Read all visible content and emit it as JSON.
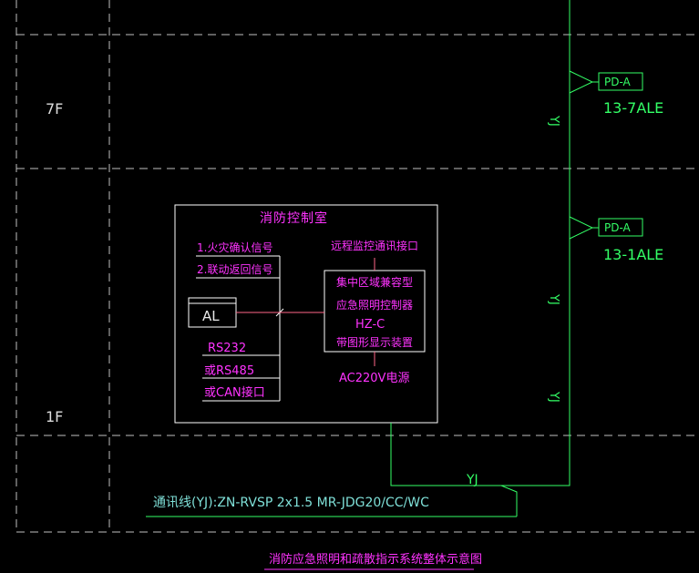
{
  "floors": {
    "upper": "7F",
    "lower": "1F"
  },
  "control_room": {
    "title": "消防控制室",
    "signal_1": "1.火灾确认信号",
    "signal_2": "2.联动返回信号",
    "al": "AL",
    "iface_1": "RS232",
    "iface_2": "或RS485",
    "iface_3": "或CAN接口",
    "remote_port": "远程监控通讯接口",
    "controller_line1": "集中区域兼容型",
    "controller_line2": "应急照明控制器",
    "controller_line3": "HZ-C",
    "controller_line4": "带图形显示装置",
    "power": "AC220V电源"
  },
  "panels": [
    {
      "tag": "PD-A",
      "name": "13-7ALE"
    },
    {
      "tag": "PD-A",
      "name": "13-1ALE"
    }
  ],
  "cable_marks": [
    "YJ",
    "YJ",
    "YJ",
    "YJ"
  ],
  "bus_label": "YJ",
  "cable_note": "通讯线(YJ):ZN-RVSP 2x1.5  MR-JDG20/CC/WC",
  "diagram_title": "消防应急照明和疏散指示系统整体示意图",
  "colors": {
    "background": "#000000",
    "grid": "#bfbfbf",
    "wire": "#33ff66",
    "annotation": "#ff33ff",
    "box": "#ffffff",
    "cable_text": "#7fe0d8"
  }
}
